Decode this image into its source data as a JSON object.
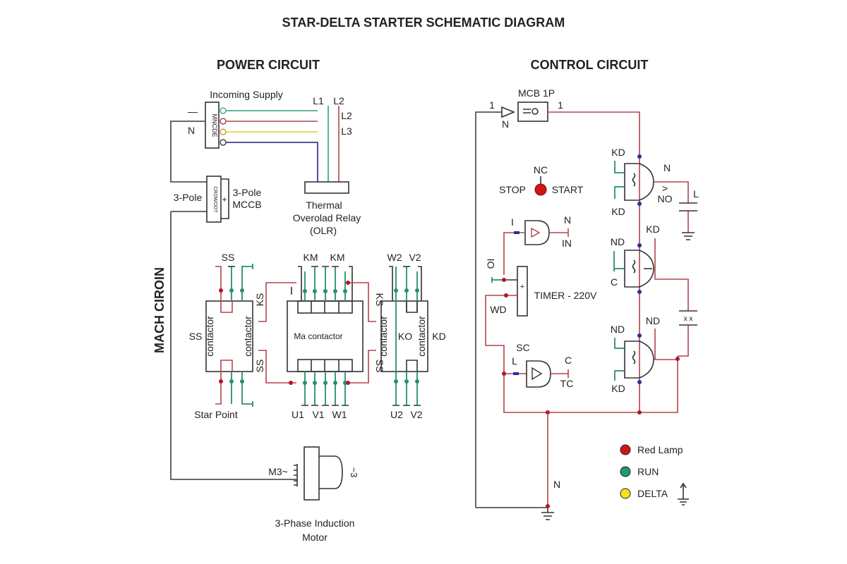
{
  "title": "STAR-DELTA STARTER SCHEMATIC DIAGRAM",
  "side_label": "MACH CIROIN",
  "power_circuit": {
    "heading": "POWER CIRCUIT",
    "incoming_supply": "Incoming Supply",
    "mcb_label": "MNCDE",
    "neutral_label": "N",
    "dash_label": "—",
    "lines": [
      "L1",
      "L2",
      "L2",
      "L3"
    ],
    "olr": [
      "Thermal",
      "Overolad Relay",
      "(OLR)"
    ],
    "mccb_left": "3-Pole",
    "mccb_right": [
      "3-Pole",
      "MCCB"
    ],
    "mccb_box": "CROWOOT",
    "star_contactor": {
      "top_label": "SS",
      "left_label": "SS",
      "inner_left": "contactor",
      "inner_right": "contactor",
      "ks_label": "KS",
      "ss_label": "SS",
      "bottom_label": "Star Point"
    },
    "main_contactor": {
      "top_labels": [
        "KM",
        "KM"
      ],
      "label": "Ma contactor",
      "bottom_labels": [
        "U1",
        "V1",
        "W1"
      ]
    },
    "delta_contactor": {
      "top_labels": [
        "W2",
        "V2"
      ],
      "ks_label": "KS",
      "ss_label": "SS",
      "inner_left": "contactor",
      "inner_mid": "KO",
      "inner_right": "contactor",
      "right_label": "KD",
      "bottom_labels": [
        "U2",
        "V2"
      ]
    },
    "motor": {
      "terminal_label": "M3~",
      "side_label": "~3",
      "caption": [
        "3-Phase Induction",
        "Motor"
      ]
    }
  },
  "control_circuit": {
    "heading": "CONTROL CIRCUIT",
    "mcb": "MCB 1P",
    "mcb_in": "1",
    "mcb_out": "1",
    "mcb_n": "N",
    "stop_start": {
      "nc": "NC",
      "stop": "STOP",
      "start": "START"
    },
    "gate1": {
      "in": "I",
      "out_top": "N",
      "out_bottom": "IN"
    },
    "timer": {
      "label": "TIMER - 220V",
      "left_top": "OI",
      "left_bottom": "WD"
    },
    "gate2": {
      "top": "SC",
      "in": "L",
      "out_top": "C",
      "out_bottom": "TC"
    },
    "coil1": {
      "top": "KD",
      "bottom": "KD",
      "out_n": "N",
      "out_no": "NO",
      "arrow": ">",
      "cap": "L"
    },
    "coil2": {
      "top_right": "KD",
      "top": "ND",
      "bottom": "C"
    },
    "coil3": {
      "top_right": "ND",
      "top": "ND",
      "bottom": "KD"
    },
    "contact_xx": "x x",
    "neutral": "N",
    "legend": [
      {
        "label": "Red Lamp",
        "color": "#d01515"
      },
      {
        "label": "RUN",
        "color": "#1f9a6a"
      },
      {
        "label": "DELTA",
        "color": "#f3e21e"
      }
    ]
  }
}
